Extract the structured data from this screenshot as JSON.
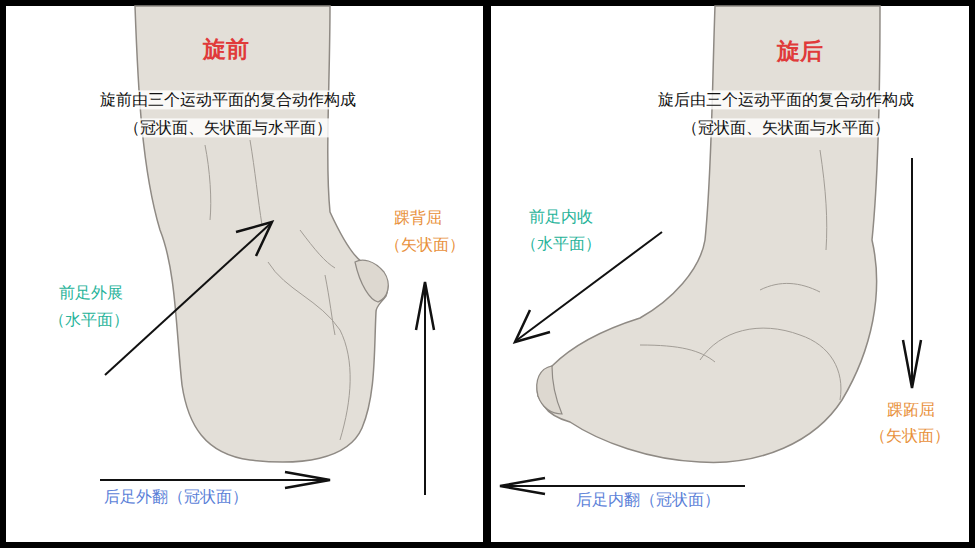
{
  "diagram": {
    "labels": [
      "旋前",
      "旋前由三个运动平面的复合动作构成",
      "（冠状面、矢状面与水平面）",
      "踝背屈",
      "（矢状面）",
      "前足外展",
      "（水平面）",
      "后足外翻（冠状面）",
      "旋后",
      "旋后由三个运动平面的复合动作构成",
      "（冠状面、矢状面与水平面）",
      "前足内收",
      "（水平面）",
      "踝跖屈",
      "（矢状面）",
      "后足内翻（冠状面）"
    ]
  }
}
